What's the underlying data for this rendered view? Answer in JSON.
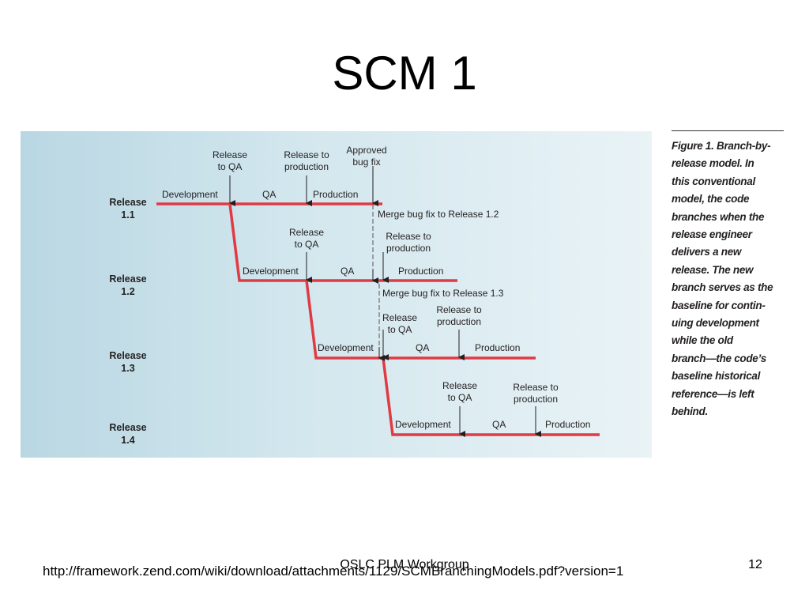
{
  "slide": {
    "title": "SCM 1",
    "footer": "OSLC PLM Workgroup",
    "page_number": "12",
    "source_url": "http://framework.zend.com/wiki/download/attachments/1129/SCMBranchingModels.pdf?version=1"
  },
  "figure": {
    "caption_lines": [
      "Figure 1. Branch-by-",
      "release model. In",
      "this conventional",
      "model, the code",
      "branches when the",
      "release engineer",
      "delivers a new",
      "release. The new",
      "branch serves as the",
      "baseline for contin-",
      "uing development",
      "while the old",
      "branch—the code’s",
      "baseline historical",
      "reference—is left",
      "behind."
    ],
    "colors": {
      "branch_line": "#e03a44",
      "background_left": "#b9d7e3",
      "background_right": "#e9f3f6",
      "text": "#231f20"
    },
    "releases": [
      {
        "line1": "Release",
        "line2": "1.1"
      },
      {
        "line1": "Release",
        "line2": "1.2"
      },
      {
        "line1": "Release",
        "line2": "1.3"
      },
      {
        "line1": "Release",
        "line2": "1.4"
      }
    ],
    "phases": [
      {
        "development": "Development",
        "qa": "QA",
        "production": "Production"
      },
      {
        "development": "Development",
        "qa": "QA",
        "production": "Production"
      },
      {
        "development": "Development",
        "qa": "QA",
        "production": "Production"
      },
      {
        "development": "Development",
        "qa": "QA",
        "production": "Production"
      }
    ],
    "events": {
      "r11_release_to_qa": [
        "Release",
        "to QA"
      ],
      "r11_release_to_production": [
        "Release to",
        "production"
      ],
      "approved_bug_fix": [
        "Approved",
        "bug fix"
      ],
      "r12_release_to_qa": [
        "Release",
        "to QA"
      ],
      "r12_release_to_production": [
        "Release to",
        "production"
      ],
      "r13_release_to_qa": [
        "Release",
        "to QA"
      ],
      "r13_release_to_production": [
        "Release to",
        "production"
      ],
      "r14_release_to_qa": [
        "Release",
        "to QA"
      ],
      "r14_release_to_production": [
        "Release to",
        "production"
      ]
    },
    "merges": {
      "to_12": "Merge bug fix to Release 1.2",
      "to_13": "Merge bug fix to Release 1.3"
    }
  }
}
